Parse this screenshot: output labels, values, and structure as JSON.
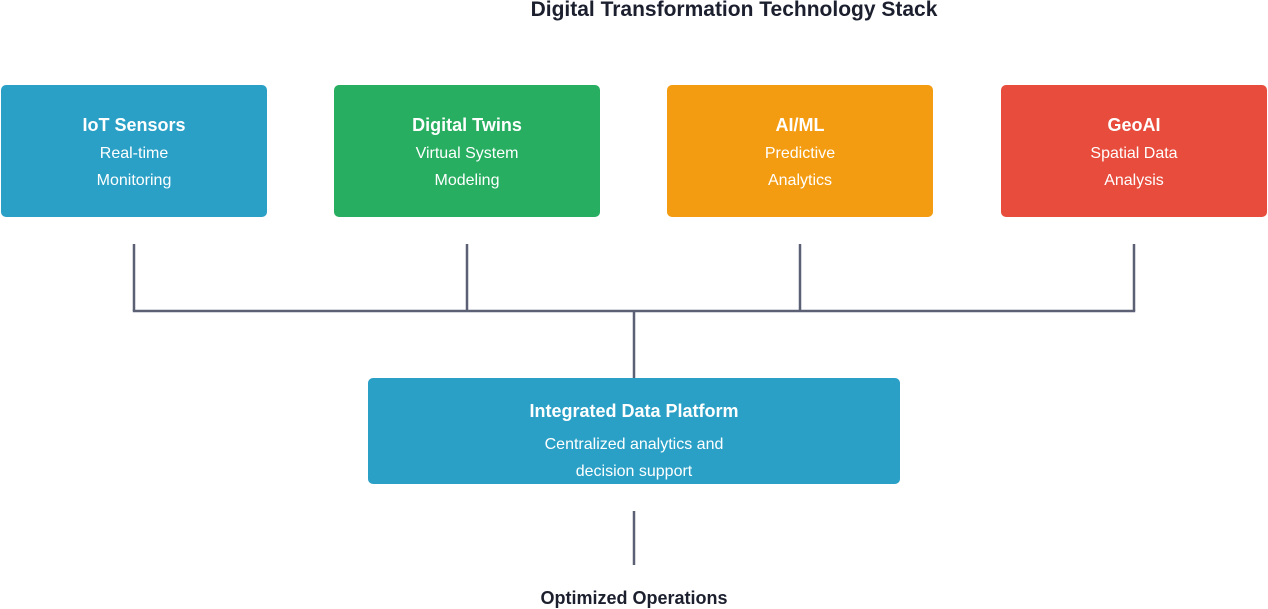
{
  "title": "Digital Transformation Technology Stack",
  "colors": {
    "iot_sensors": "#2aa0c6",
    "digital_twins": "#27ae60",
    "ai_ml": "#f39c12",
    "geoai": "#e74c3c",
    "platform": "#2aa0c6",
    "connector": "#5b6075",
    "text_dark": "#1b1f2e"
  },
  "technologies": [
    {
      "name": "IoT Sensors",
      "desc_line1": "Real-time",
      "desc_line2": "Monitoring"
    },
    {
      "name": "Digital Twins",
      "desc_line1": "Virtual System",
      "desc_line2": "Modeling"
    },
    {
      "name": "AI/ML",
      "desc_line1": "Predictive",
      "desc_line2": "Analytics"
    },
    {
      "name": "GeoAI",
      "desc_line1": "Spatial Data",
      "desc_line2": "Analysis"
    }
  ],
  "platform": {
    "name": "Integrated Data Platform",
    "desc_line1": "Centralized analytics and",
    "desc_line2": "decision support"
  },
  "outcome": "Optimized Operations"
}
